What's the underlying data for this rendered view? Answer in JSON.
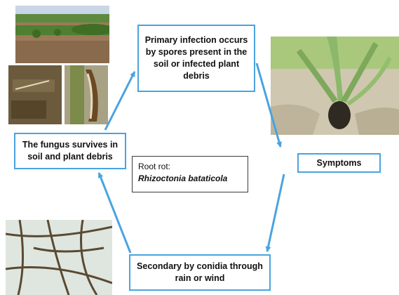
{
  "boxes": {
    "primary": "Primary infection occurs by  spores present in the soil or infected plant debris",
    "symptoms": "Symptoms",
    "secondary": "Secondary by conidia through rain or wind",
    "survive": "The fungus survives in soil and plant debris",
    "rootrot_label": "Root rot:",
    "rootrot_species": "Rhizoctonia bataticola"
  },
  "colors": {
    "arrow": "#4aa3df",
    "box_border": "#4aa3df"
  },
  "photos": [
    "field-photo",
    "plant-debris-photo",
    "infected-stem-photo",
    "seedling-symptoms-photo",
    "hyphae-microscopy-photo"
  ]
}
